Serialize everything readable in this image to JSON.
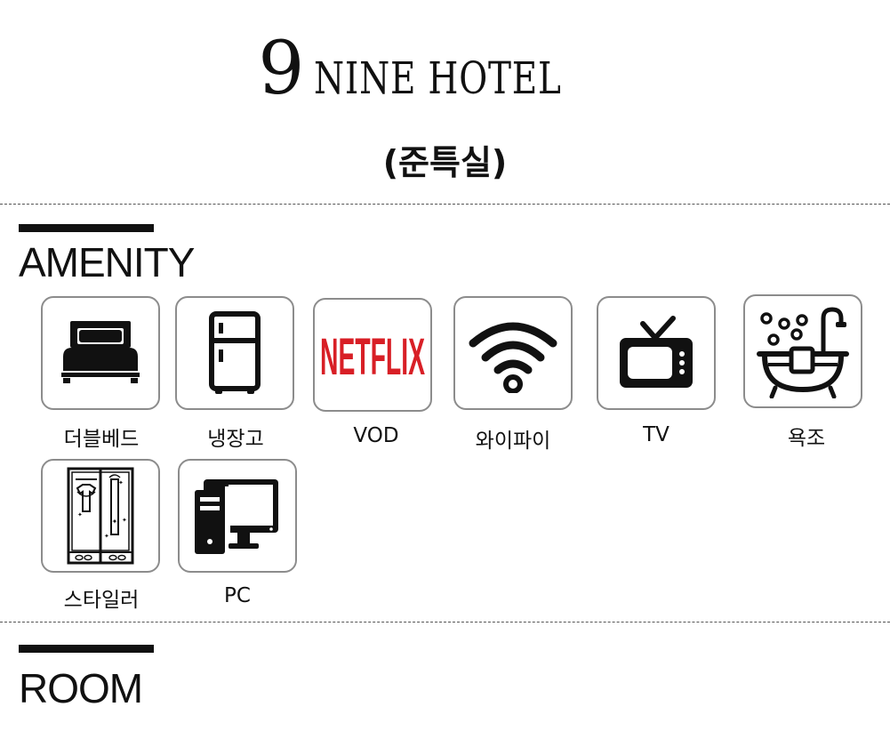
{
  "header": {
    "logo_number": "9",
    "logo_text": "NINE HOTEL",
    "room_type": "(준특실)"
  },
  "sections": {
    "amenity_title": "AMENITY",
    "room_title": "ROOM"
  },
  "amenities": [
    {
      "icon": "double-bed-icon",
      "label": "더블베드"
    },
    {
      "icon": "refrigerator-icon",
      "label": "냉장고"
    },
    {
      "icon": "netflix-logo",
      "label": "VOD",
      "logo_text": "NETFLIX",
      "logo_color": "#d81f26"
    },
    {
      "icon": "wifi-icon",
      "label": "와이파이"
    },
    {
      "icon": "tv-icon",
      "label": "TV"
    },
    {
      "icon": "bathtub-icon",
      "label": "욕조"
    },
    {
      "icon": "clothes-styler-icon",
      "label": "스타일러"
    },
    {
      "icon": "desktop-pc-icon",
      "label": "PC"
    }
  ]
}
